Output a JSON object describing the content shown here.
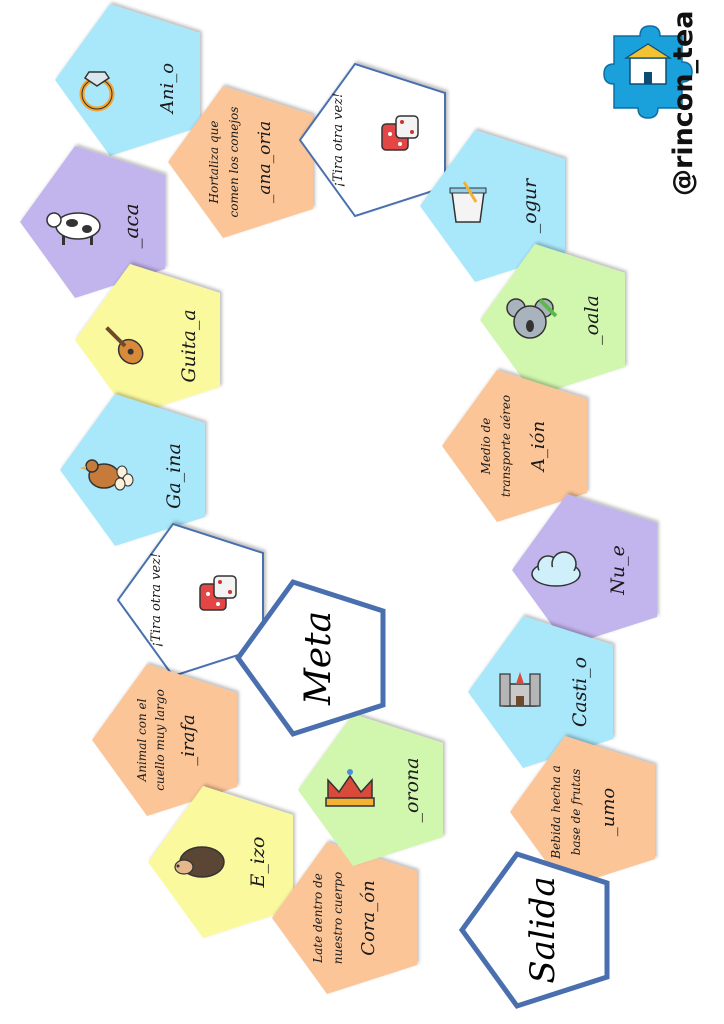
{
  "colors": {
    "blue": "#a9e7fb",
    "purple": "#c2b4ec",
    "yellow": "#fbf99e",
    "orange": "#fbc598",
    "green": "#d1f6ae",
    "white": "#ffffff",
    "border_blue": "#4a6fae"
  },
  "brand": {
    "handle": "@rincon_tea"
  },
  "tiles": {
    "anillo": "Ani_o",
    "vaca": "_aca",
    "guitarra": "Guita_a",
    "gallina": "Ga_ina",
    "tira1": "¡Tira otra vez!",
    "jirafa_l1": "Animal con el",
    "jirafa_l2": "cuello muy largo",
    "jirafa_w": "_irafa",
    "erizo": "E_izo",
    "corazon_l1": "Late dentro de",
    "corazon_l2": "nuestro cuerpo",
    "corazon_w": "Cora_ón",
    "corona": "_orona",
    "meta": "Meta",
    "zanahoria_l1": "Hortaliza que",
    "zanahoria_l2": "comen los conejos",
    "zanahoria_w": "_ana_oria",
    "tira2": "¡Tira otra vez!",
    "yogur": "_ogur",
    "koala": "_oala",
    "avion_l1": "Medio de",
    "avion_l2": "transporte aéreo",
    "avion_w": "A_ión",
    "nube": "Nu_e",
    "castillo": "Casti_o",
    "zumo_l1": "Bebida hecha a",
    "zumo_l2": "base de frutas",
    "zumo_w": "_umo",
    "salida": "Salida"
  }
}
